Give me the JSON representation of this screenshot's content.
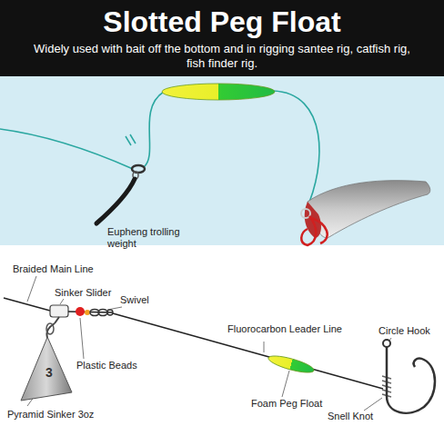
{
  "diagram": {
    "title": "Slotted Peg Float",
    "caption": "Widely used with bait off the bottom and in rigging santee rig, catfish rig, fish finder rig.",
    "nodes": [
      {
        "text": [
          "3"
        ]
      }
    ],
    "labels": [
      "Eupheng trolling weight",
      "Braided Main Line",
      "Sinker Slider",
      "Swivel",
      "Plastic Beads",
      "Pyramid Sinker 3oz",
      "Fluorocarbon Leader Line",
      "Foam Peg Float",
      "Snell Knot",
      "Circle Hook"
    ]
  }
}
